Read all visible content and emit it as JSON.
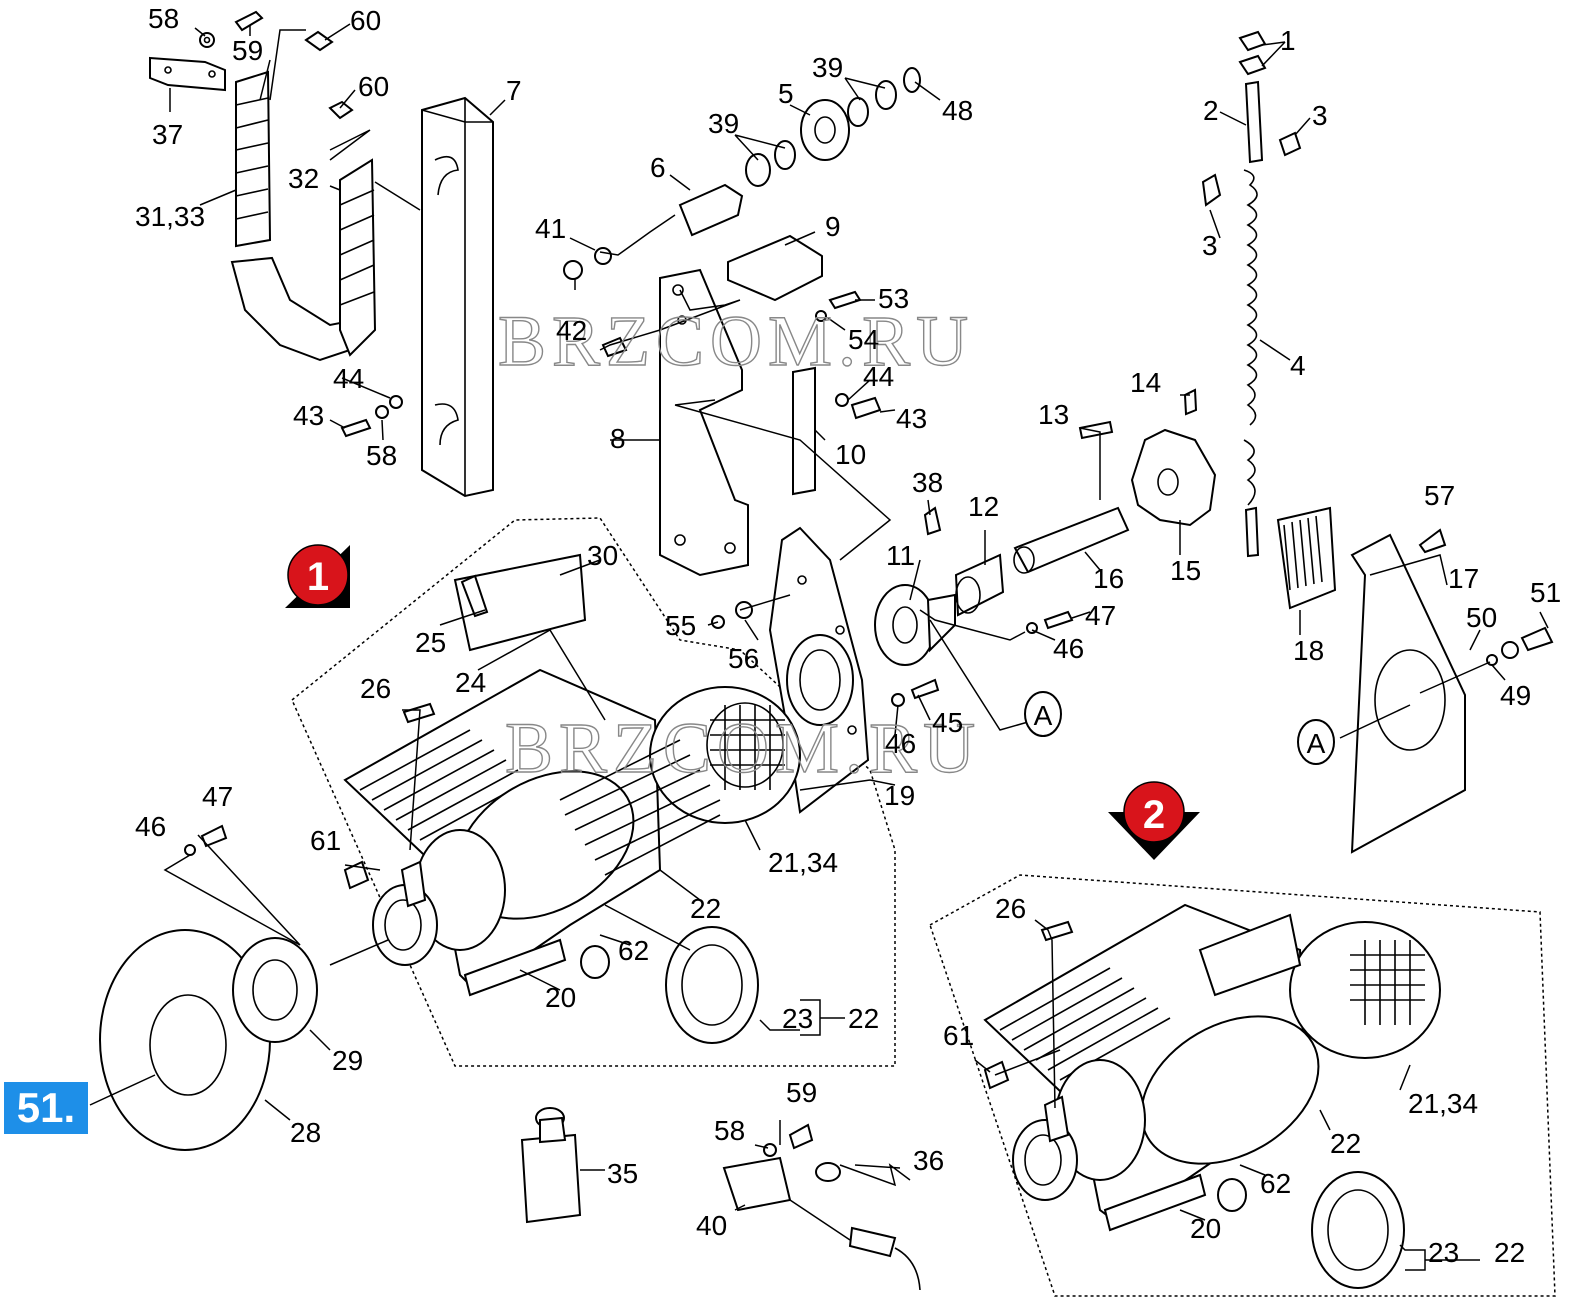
{
  "page_tag": "51.",
  "watermark": "BRZCOM.RU",
  "callouts": {
    "c1": "1",
    "c2": "2",
    "c3a": "3",
    "c3b": "3",
    "c4": "4",
    "c5": "5",
    "c6": "6",
    "c7": "7",
    "c8": "8",
    "c9": "9",
    "c10": "10",
    "c11": "11",
    "c12": "12",
    "c13": "13",
    "c14": "14",
    "c15": "15",
    "c16": "16",
    "c17": "17",
    "c18": "18",
    "c19": "19",
    "c20a": "20",
    "c20b": "20",
    "c21a": "21,34",
    "c21b": "21,34",
    "c22a": "22",
    "c22b": "22",
    "c22c": "22",
    "c22d": "22",
    "c23a": "23",
    "c23b": "23",
    "c24": "24",
    "c25": "25",
    "c26a": "26",
    "c26b": "26",
    "c28": "28",
    "c29": "29",
    "c30": "30",
    "c31": "31,33",
    "c32": "32",
    "c35": "35",
    "c36": "36",
    "c37": "37",
    "c38": "38",
    "c39a": "39",
    "c39b": "39",
    "c40": "40",
    "c41": "41",
    "c42": "42",
    "c43a": "43",
    "c43b": "43",
    "c44a": "44",
    "c44b": "44",
    "c45": "45",
    "c46a": "46",
    "c46b": "46",
    "c46c": "46",
    "c47a": "47",
    "c47b": "47",
    "c48": "48",
    "c49": "49",
    "c50": "50",
    "c51": "51",
    "c53": "53",
    "c54": "54",
    "c55": "55",
    "c56": "56",
    "c57": "57",
    "c58a": "58",
    "c58b": "58",
    "c58c": "58",
    "c59a": "59",
    "c59b": "59",
    "c60a": "60",
    "c60b": "60",
    "c61a": "61",
    "c61b": "61",
    "c62a": "62",
    "c62b": "62"
  },
  "markers": {
    "ref_a1": "A",
    "ref_a2": "A"
  },
  "badges": {
    "variant1": "1",
    "variant2": "2"
  },
  "colors": {
    "badge_red": "#d8141b",
    "tag_blue": "#1e8fe8"
  }
}
